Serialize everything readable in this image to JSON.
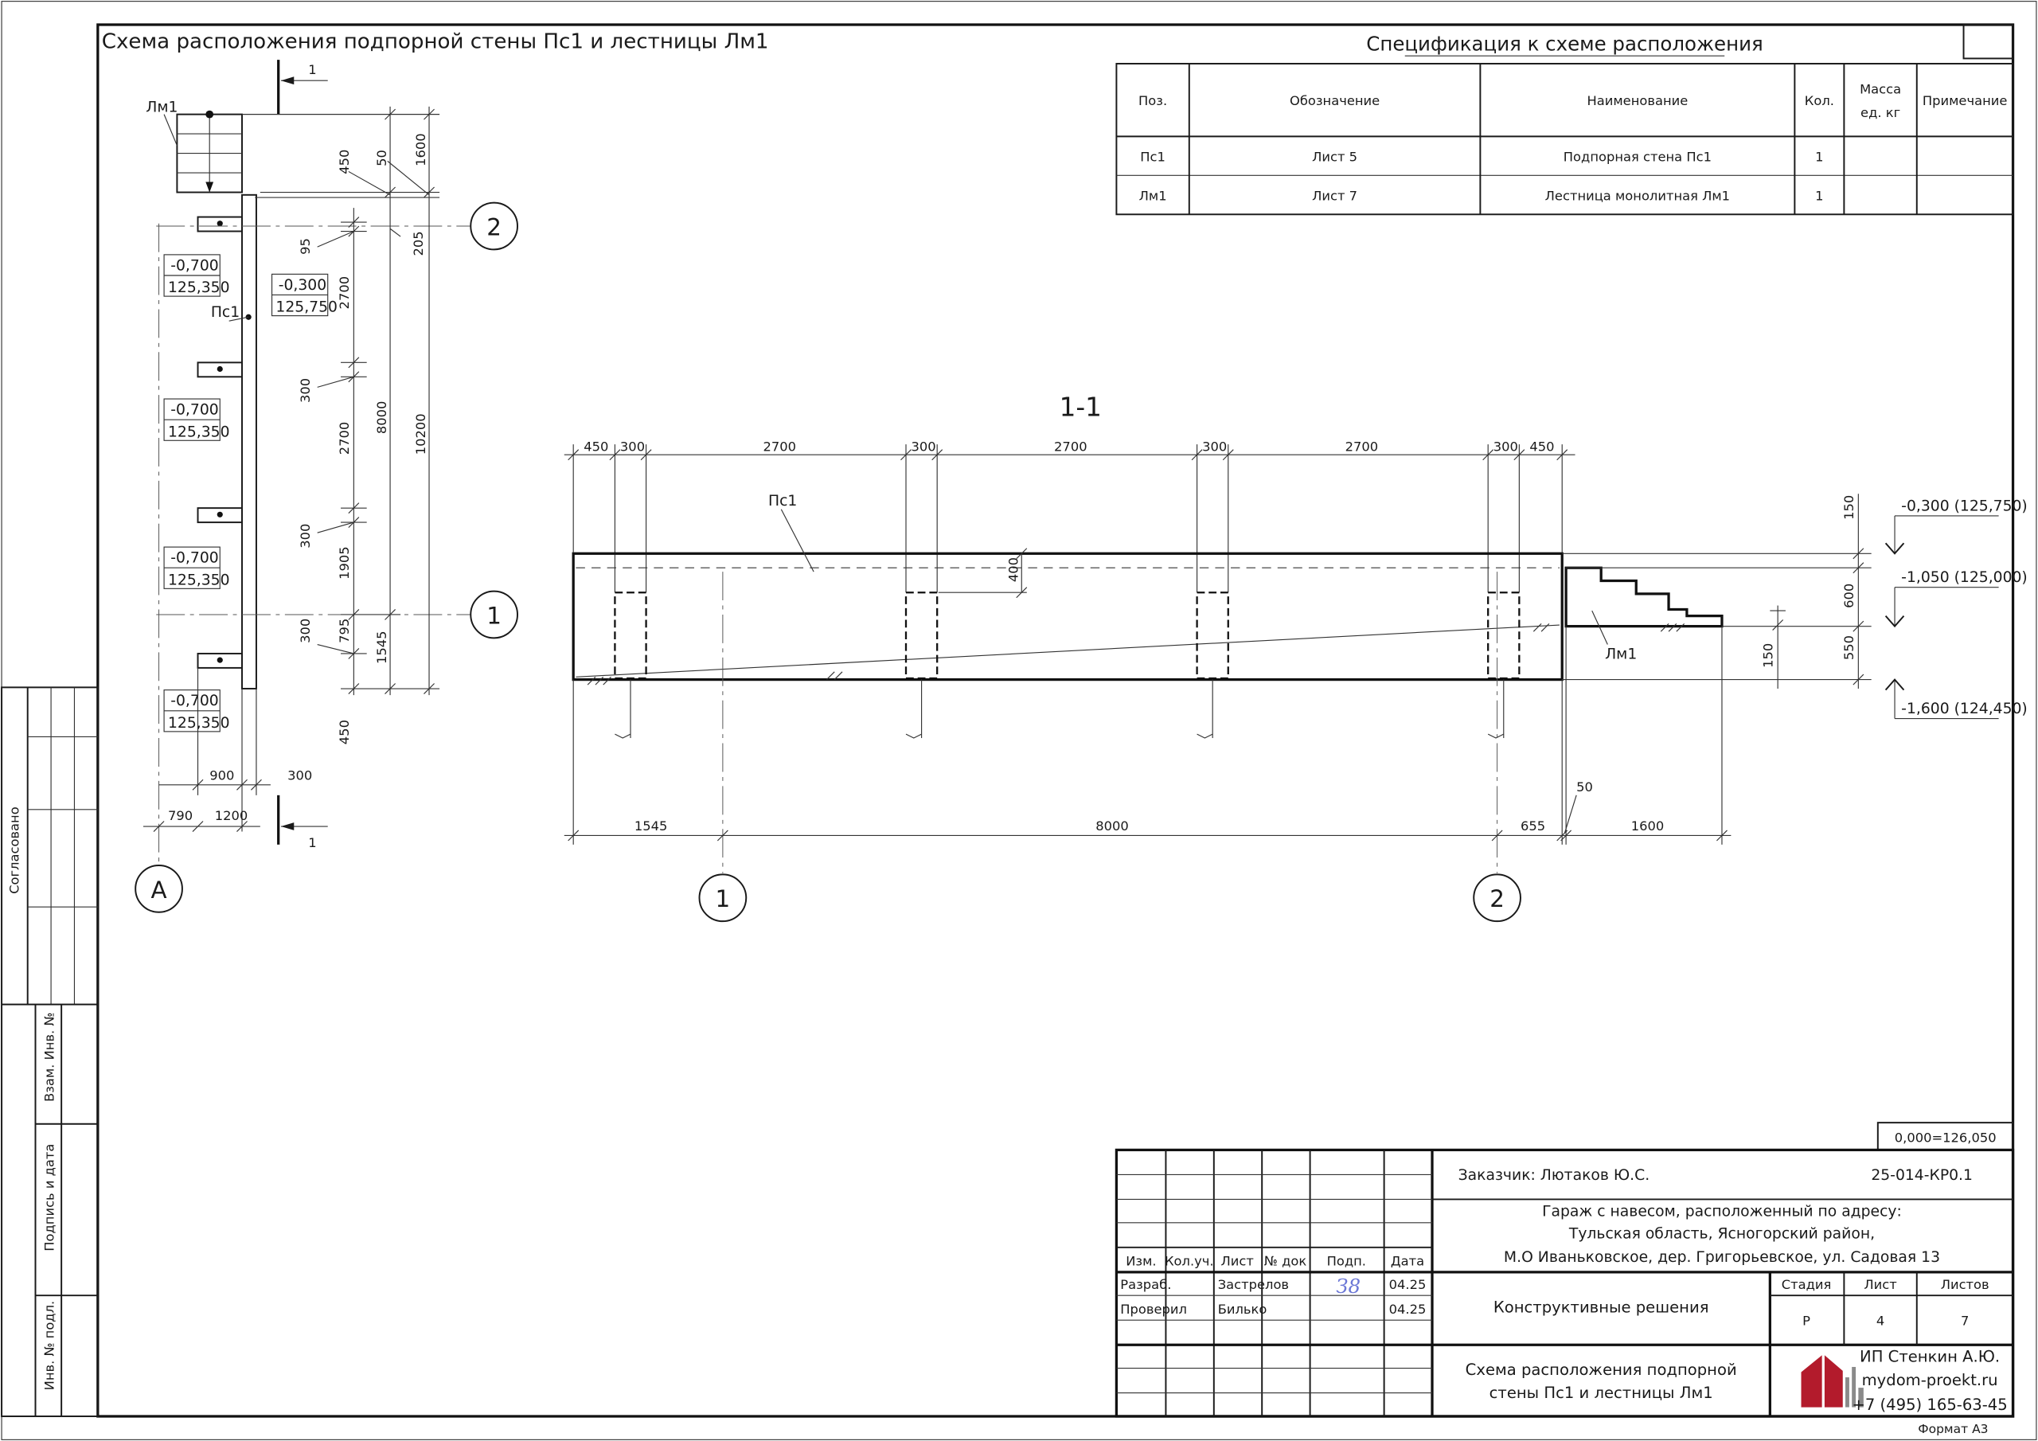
{
  "drawing_title": "Схема расположения подпорной стены Пс1 и лестницы Лм1",
  "plan": {
    "stair_label": "Лм1",
    "wall_label": "Пс1",
    "section_mark": "1",
    "elev_pairs": [
      {
        "a": "-0,700",
        "b": "125,350"
      },
      {
        "a": "-0,300",
        "b": "125,750"
      },
      {
        "a": "-0,700",
        "b": "125,350"
      },
      {
        "a": "-0,700",
        "b": "125,350"
      },
      {
        "a": "-0,700",
        "b": "125,350"
      }
    ],
    "vertical_dims": {
      "d450_top": "450",
      "d50": "50",
      "d1600": "1600",
      "d205": "205",
      "d95": "95",
      "d2700_a": "2700",
      "d300_a": "300",
      "d2700_b": "2700",
      "d300_b": "300",
      "d1905": "1905",
      "d300_c": "300",
      "d795": "795",
      "d8000": "8000",
      "d1545": "1545",
      "d10200": "10200",
      "d450_bottom": "450"
    },
    "horizontal_dims": {
      "d900": "900",
      "d300": "300",
      "d790": "790",
      "d1200": "1200"
    },
    "axes": {
      "two": "2",
      "one": "1",
      "a": "A"
    }
  },
  "section": {
    "title": "1-1",
    "wall_label": "Пс1",
    "stair_label": "Лм1",
    "top_dims": [
      "450",
      "300",
      "2700",
      "300",
      "2700",
      "300",
      "2700",
      "300",
      "450"
    ],
    "inner_400": "400",
    "bottom_dims": {
      "d1545": "1545",
      "d8000": "8000",
      "d655": "655",
      "d1600": "1600",
      "d50": "50"
    },
    "right_dims": {
      "d150_top": "150",
      "d600": "600",
      "d550": "550",
      "d150_stair": "150"
    },
    "levels": {
      "l1": "-0,300 (125,750)",
      "l2": "-1,050 (125,000)",
      "l3": "-1,600 (124,450)"
    },
    "axes": {
      "one": "1",
      "two": "2"
    }
  },
  "spec": {
    "title": "Спецификация к схеме расположения",
    "headers": {
      "pos": "Поз.",
      "designation": "Обозначение",
      "name": "Наименование",
      "qty": "Кол.",
      "mass1": "Масса",
      "mass2": "ед. кг",
      "note": "Примечание"
    },
    "rows": [
      {
        "pos": "Пс1",
        "designation": "Лист 5",
        "name": "Подпорная стена Пс1",
        "qty": "1",
        "mass": "",
        "note": ""
      },
      {
        "pos": "Лм1",
        "designation": "Лист 7",
        "name": "Лестница монолитная Лм1",
        "qty": "1",
        "mass": "",
        "note": ""
      }
    ]
  },
  "left_strip": {
    "agreed": "Согласовано",
    "vzam": "Взам. Инв. №",
    "sign_date": "Подпись и дата",
    "inv": "Инв. № подл."
  },
  "title_block": {
    "zero_level": "0,000=126,050",
    "customer": "Заказчик: Лютаков Ю.С.",
    "code": "25-014-КР0.1",
    "object_line1": "Гараж с навесом, расположенный по адресу:",
    "object_line2": "Тульская область, Ясногорский район,",
    "object_line3": "М.О Иваньковское, дер. Григорьевское, ул. Садовая 13",
    "section_name": "Конструктивные решения",
    "sheet_title_line1": "Схема расположения подпорной",
    "sheet_title_line2": "стены Пс1 и лестницы Лм1",
    "col_headers": {
      "izm": "Изм.",
      "kol": "Кол.уч.",
      "list": "Лист",
      "ndok": "№ док",
      "podp": "Подп.",
      "data": "Дата"
    },
    "row1": {
      "role": "Разраб.",
      "name": "Застрелов",
      "signature": "З8",
      "date": "04.25"
    },
    "row2": {
      "role": "Проверил",
      "name": "Билько",
      "date": "04.25"
    },
    "stage": {
      "label": "Стадия",
      "value": "Р"
    },
    "sheet": {
      "label": "Лист",
      "value": "4"
    },
    "sheets": {
      "label": "Листов",
      "value": "7"
    },
    "company_line1": "ИП Стенкин А.Ю.",
    "company_line2": "mydom-proekt.ru",
    "company_line3": "+7 (495) 165-63-45",
    "format": "Формат А3"
  },
  "colors": {
    "ink": "#1a1a1a",
    "logo": "#b31b2c",
    "signature": "#6c78d6"
  }
}
